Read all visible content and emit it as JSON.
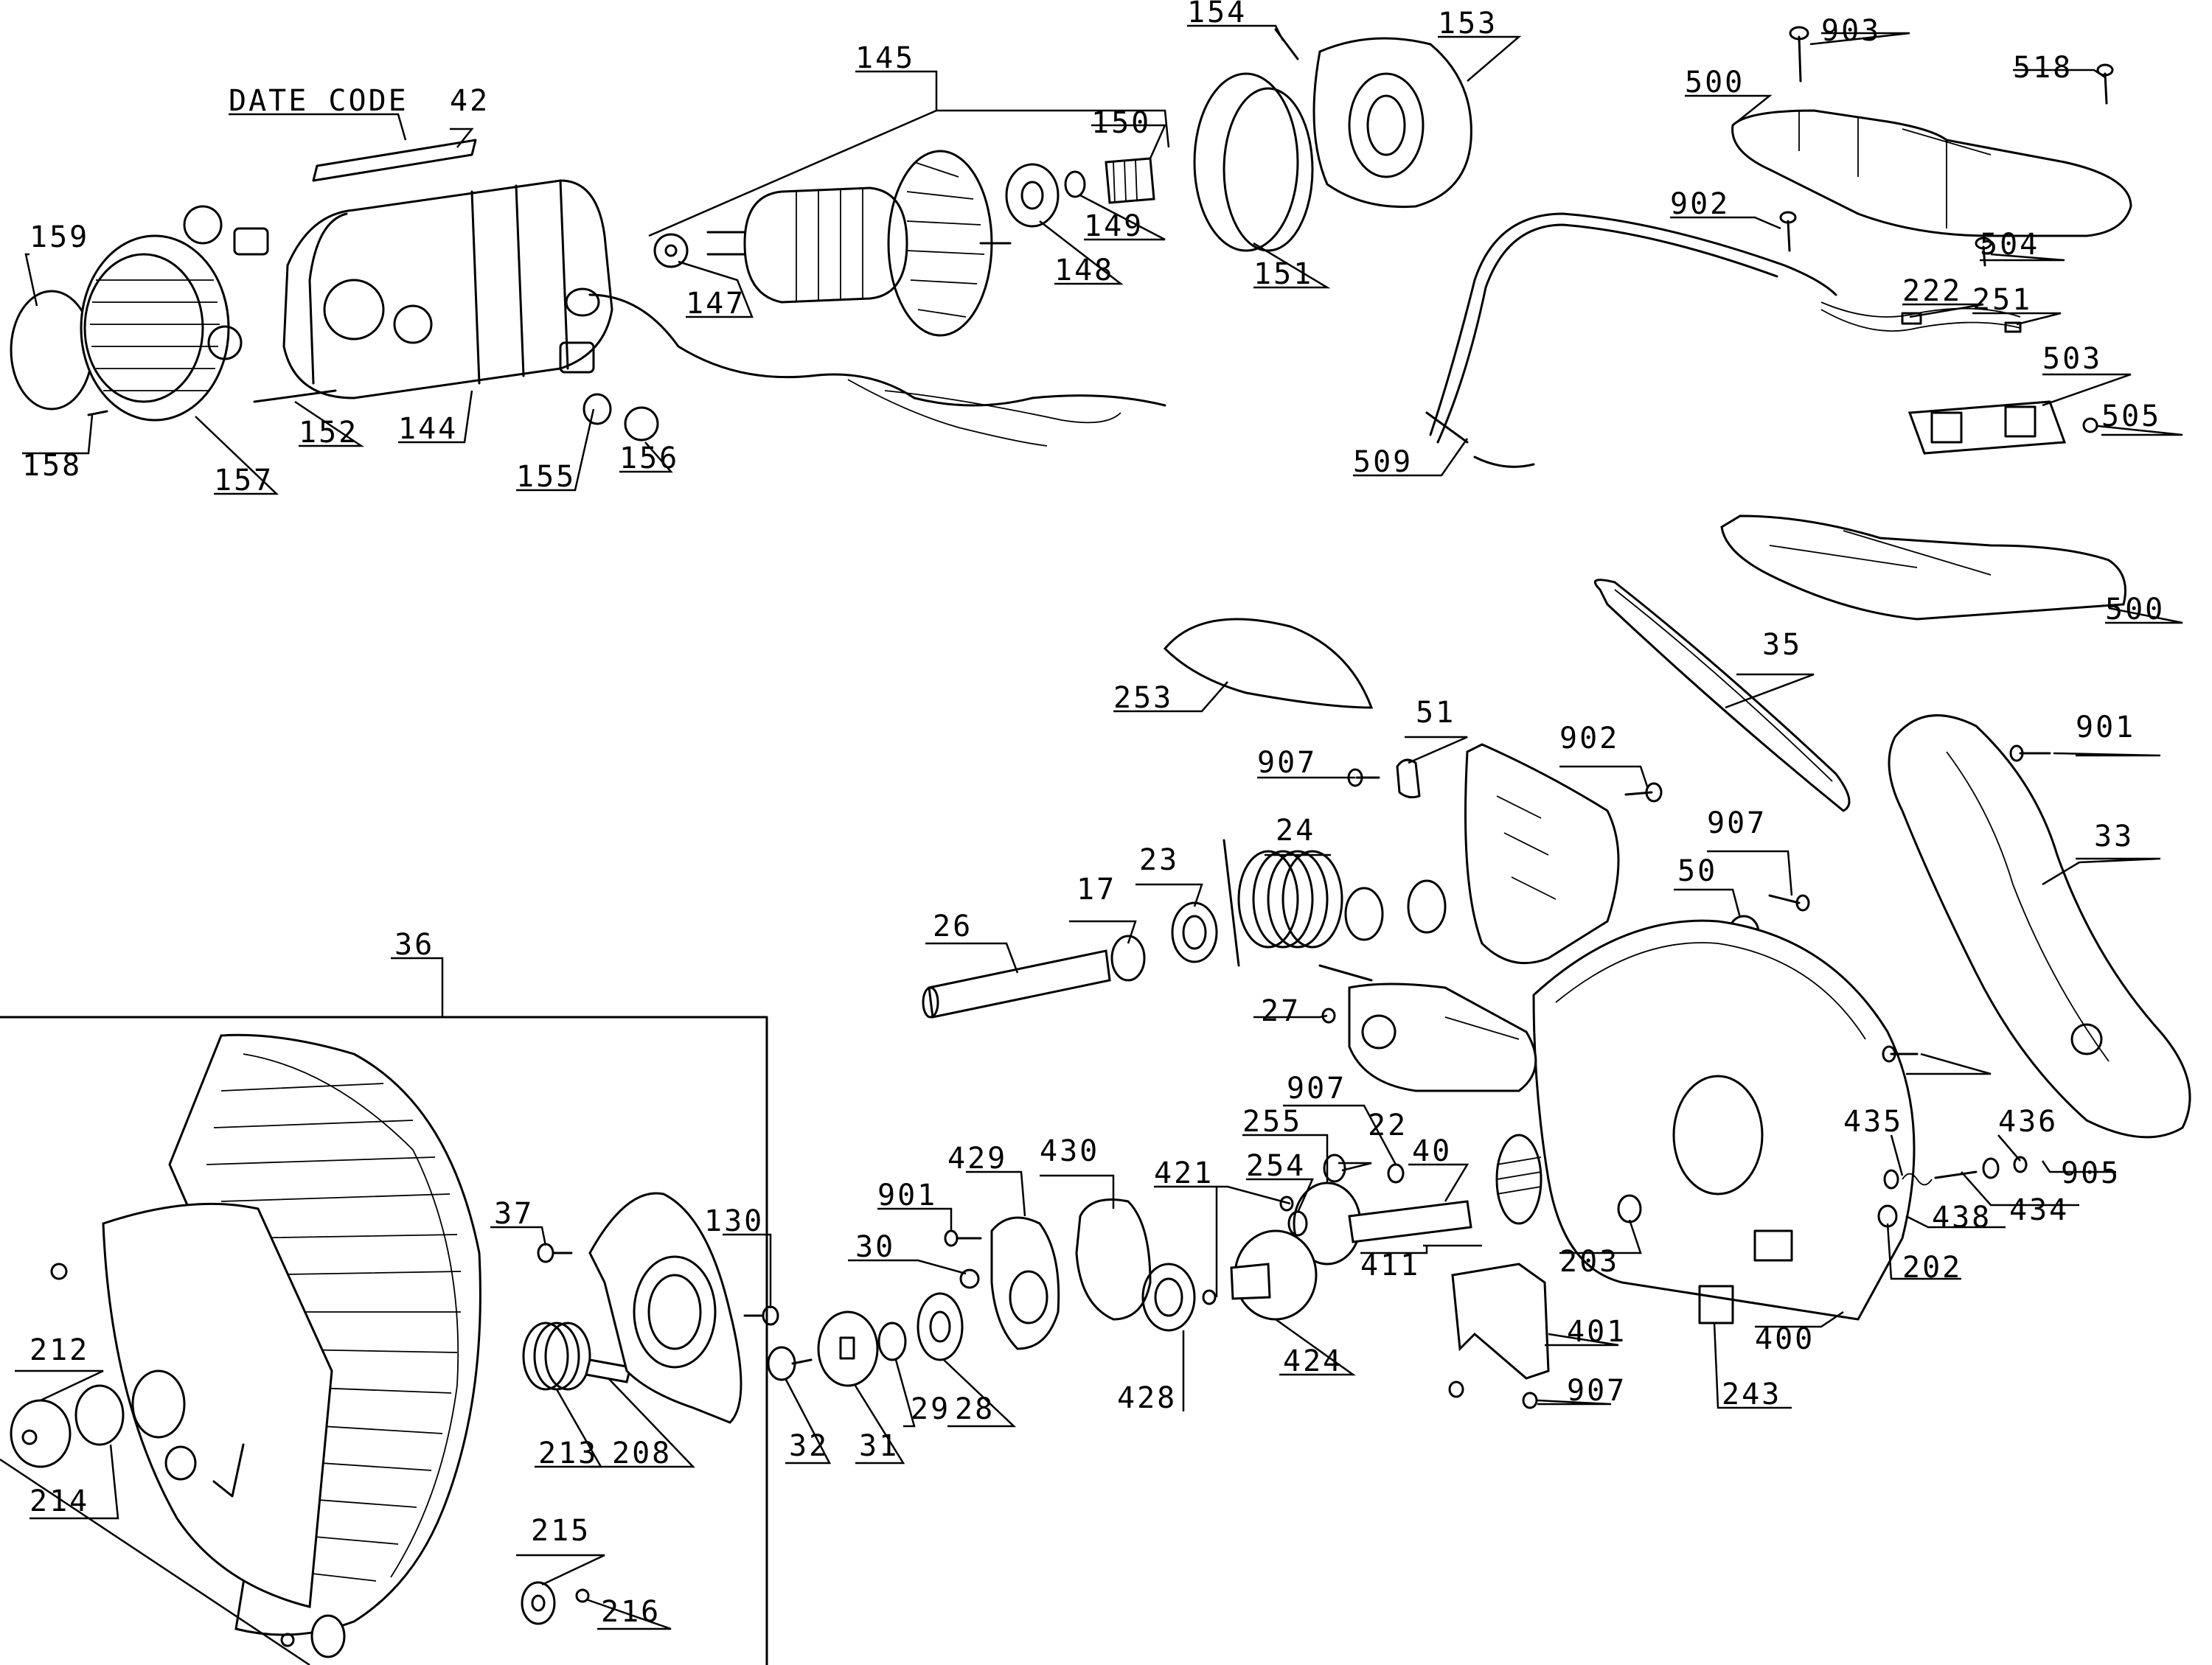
{
  "diagram": {
    "date_code_label": "DATE CODE",
    "parts": [
      "42",
      "159",
      "158",
      "157",
      "152",
      "144",
      "155",
      "156",
      "145",
      "147",
      "148",
      "149",
      "150",
      "154",
      "153",
      "151",
      "903",
      "500",
      "518",
      "902",
      "504",
      "222",
      "251",
      "503",
      "505",
      "509",
      "500",
      "253",
      "35",
      "907",
      "51",
      "902",
      "901",
      "33",
      "24",
      "23",
      "17",
      "26",
      "907",
      "50",
      "27",
      "907",
      "22",
      "40",
      "255",
      "254",
      "421",
      "411",
      "203",
      "435",
      "436",
      "905",
      "438",
      "434",
      "202",
      "400",
      "401",
      "907",
      "243",
      "424",
      "428",
      "430",
      "429",
      "901",
      "30",
      "28",
      "29",
      "31",
      "32",
      "130",
      "37",
      "213",
      "208",
      "36",
      "212",
      "214",
      "215",
      "216"
    ]
  }
}
